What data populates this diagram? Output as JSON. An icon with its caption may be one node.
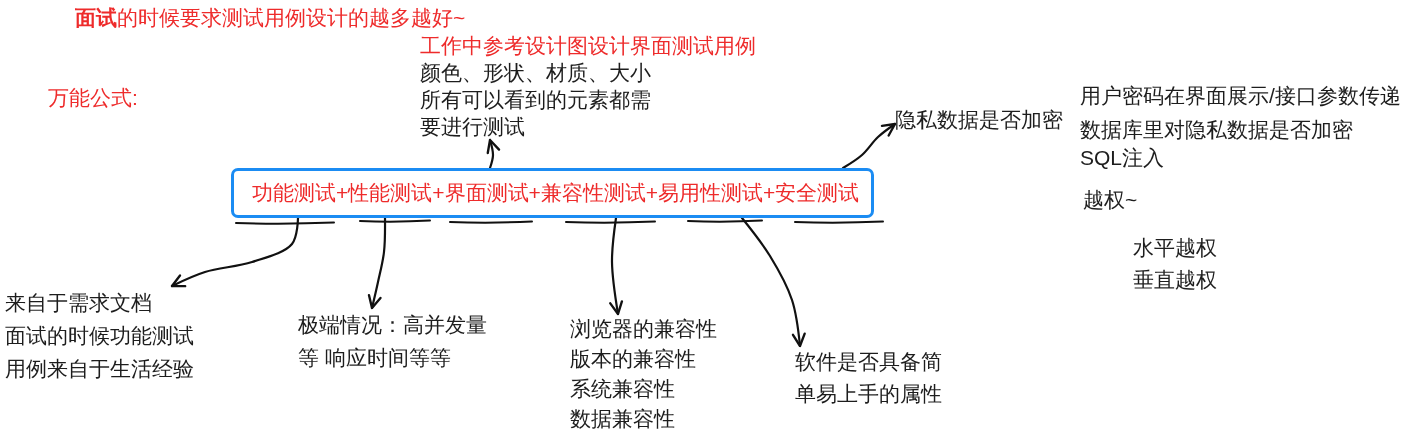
{
  "diagram": {
    "title": "**面试**的时候要求测试用例设计的越多越好~",
    "nodes": [
      {
        "text": [
          "工作中参考设计图设计界面测试用例",
          "颜色、形状、材质、大小",
          "所有可以看到的元素都需要进行测试"
        ]
      },
      {
        "text": [
          "隐私数据是否加密"
        ]
      },
      {
        "text": [
          "功能测试+性能测试+界面测试+兼容性测试+易用性测试+安全测试"
        ]
      },
      {
        "text": [
          "来自于需求文档",
          "面试的时候功能测试用例来自于生活经验"
        ]
      },
      {
        "text": [
          "极端情况：高并发量等 响应时间等等"
        ]
      },
      {
        "text": [
          "浏览器的兼容性",
          "版本的兼容性",
          "系统兼容性",
          "数据兼容性"
        ]
      },
      {
        "text": [
          "软件是否具备简单易上手的属性"
        ]
      }
    ],
    "edges": [
      {
        "from": 2,
        "to": 0,
        "arrow": "to"
      },
      {
        "from": 2,
        "to": 1,
        "arrow": "to"
      },
      {
        "from": 2,
        "to": 3,
        "arrow": "to"
      },
      {
        "from": 2,
        "to": 4,
        "arrow": "to"
      },
      {
        "from": 2,
        "to": 5,
        "arrow": "to"
      },
      {
        "from": 2,
        "to": 6,
        "arrow": "to"
      }
    ],
    "labels": [
      "万能公式:",
      "用户密码在界面展示/接口参数传递",
      "数据库里对隐私数据是否加密",
      "SQL注入",
      "越权~",
      "水平越权",
      "垂直越权"
    ]
  }
}
